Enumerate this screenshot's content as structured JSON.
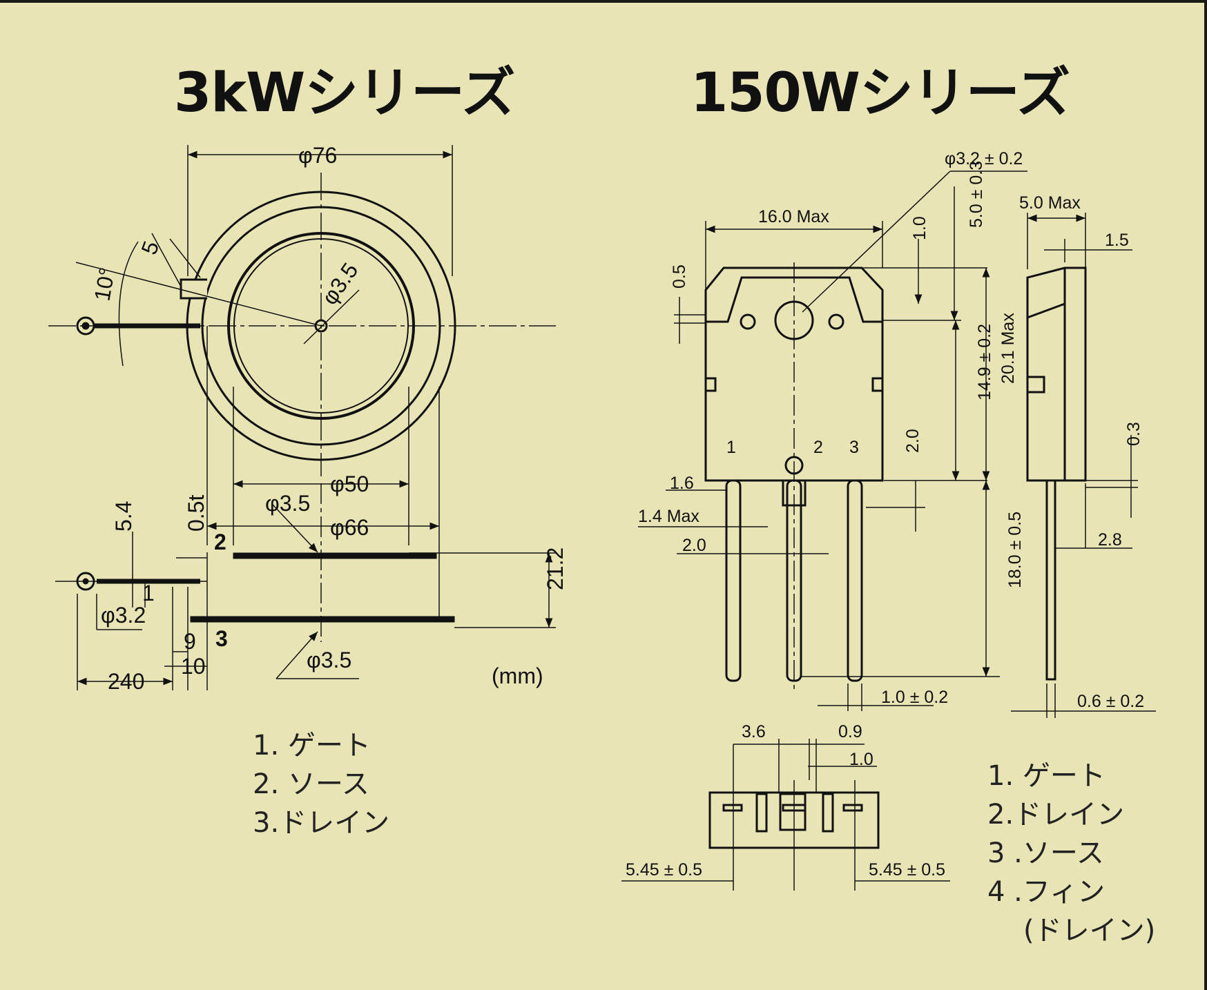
{
  "left": {
    "title": "3kWシリーズ",
    "dims": {
      "d76": "φ76",
      "five": "5",
      "ten_deg": "10°",
      "d35_center": "φ3.5",
      "d50": "φ50",
      "d35_a": "φ3.5",
      "d66": "φ66",
      "t05": "0.5t",
      "five4": "5.4",
      "pin2": "2",
      "pin3": "3",
      "one": "1",
      "h212": "21.2",
      "d32": "φ3.2",
      "nine": "9",
      "ten": "10",
      "l240": "240",
      "d35_b": "φ3.5",
      "unit": "(mm)"
    },
    "legend": [
      "1. ゲート",
      "2. ソース",
      "3.ドレイン"
    ]
  },
  "right": {
    "title": "150Wシリーズ",
    "dims": {
      "hole": "φ3.2 ± 0.2",
      "w16": "16.0 Max",
      "t50max": "5.0 Max",
      "one0": "1.0",
      "five0": "5.0 ± 0.3",
      "one5": "1.5",
      "zero5": "0.5",
      "h149": "14.9 ± 0.2",
      "h201": "20.1 Max",
      "pin1": "1",
      "pin2": "2",
      "pin3": "3",
      "two0v": "2.0",
      "zero3": "0.3",
      "one6": "1.6",
      "one4": "1.4 Max",
      "two0": "2.0",
      "l180": "18.0 ± 0.5",
      "two8": "2.8",
      "w10": "1.0 ± 0.2",
      "w06": "0.6 ± 0.2",
      "three6": "3.6",
      "zero9": "0.9",
      "one0b": "1.0",
      "p545l": "5.45 ± 0.5",
      "p545r": "5.45 ± 0.5"
    },
    "legend": [
      "1. ゲート",
      "2.ドレイン",
      "3 .ソース",
      "4 .フィン",
      "(ドレイン)"
    ]
  },
  "colors": {
    "background": "#e8e4b6",
    "ink": "#111111"
  }
}
